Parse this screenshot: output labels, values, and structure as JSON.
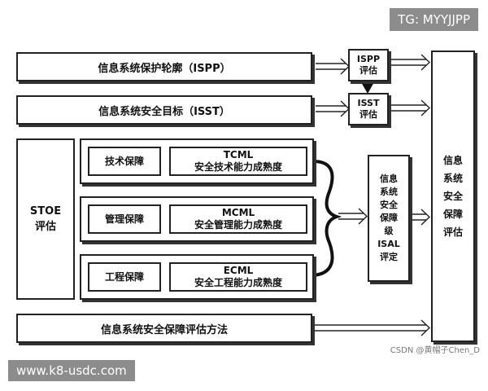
{
  "diagram": {
    "ispp_bar": "信息系统保护轮廓（ISPP）",
    "isst_bar": "信息系统安全目标（ISST）",
    "stoe": [
      "STOE",
      "评估"
    ],
    "rows": [
      {
        "label": "技术保障",
        "code": "TCML",
        "desc": "安全技术能力成熟度"
      },
      {
        "label": "管理保障",
        "code": "MCML",
        "desc": "安全管理能力成熟度"
      },
      {
        "label": "工程保障",
        "code": "ECML",
        "desc": "安全工程能力成熟度"
      }
    ],
    "method_bar": "信息系统安全保障评估方法",
    "ispp_eval": [
      "ISPP",
      "评估"
    ],
    "isst_eval": [
      "ISST",
      "评估"
    ],
    "isal": [
      "信息",
      "系统",
      "安全",
      "保障",
      "级",
      "ISAL",
      "评定"
    ],
    "final": [
      "信息",
      "系统",
      "安全",
      "保障",
      "评估"
    ]
  },
  "watermarks": {
    "tg": "TG: MYYJJPP",
    "url": "www.k8-usdc.com",
    "csdn": "CSDN @黄帽子Chen_D"
  }
}
